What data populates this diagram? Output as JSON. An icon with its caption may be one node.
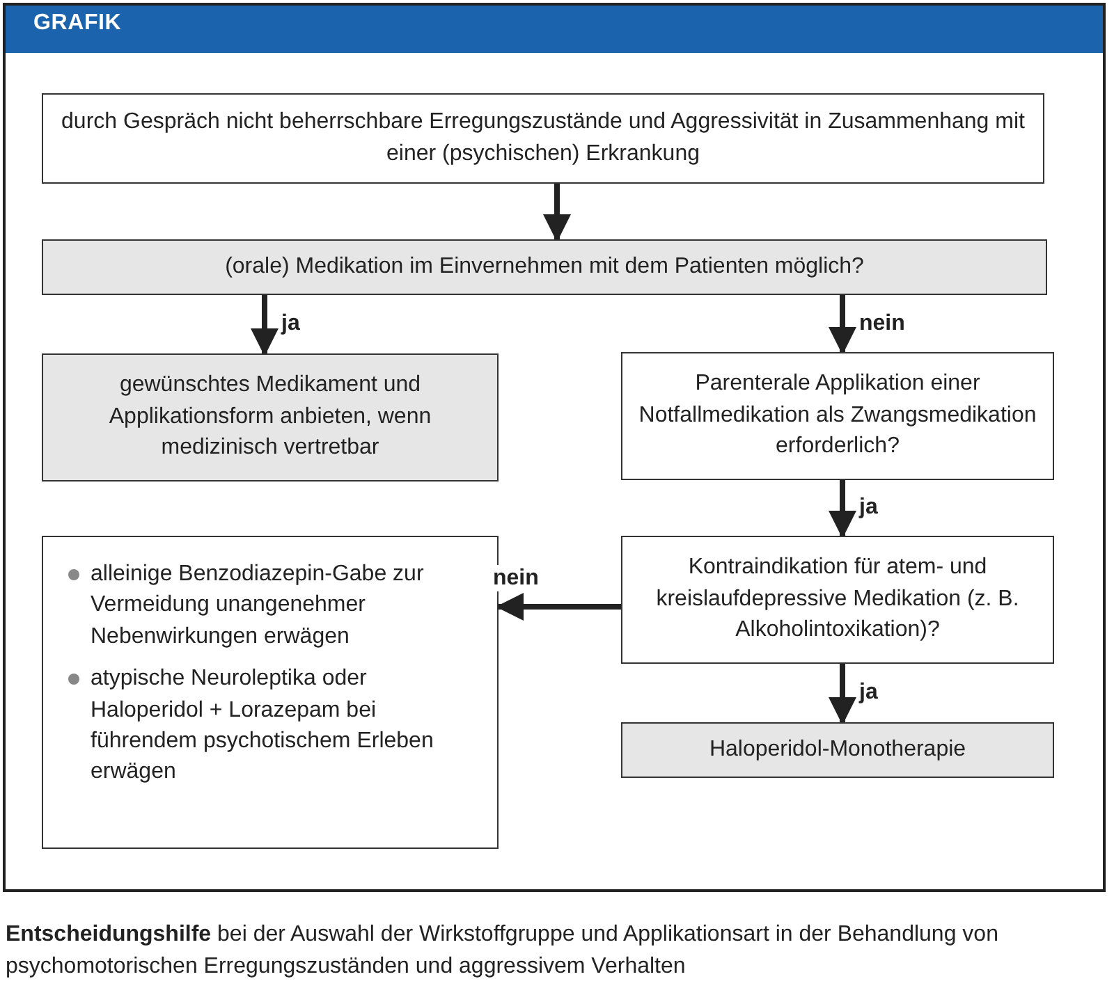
{
  "diagram": {
    "title": "GRAFIK",
    "caption": "**Entscheidungshilfe** bei der Auswahl der Wirkstoffgruppe und Applikationsart in der Behandlung von psychomotorischen Erregungszuständen und aggressivem Verhalten",
    "nodes": [
      {
        "text": [
          "durch Gespräch nicht beherrschbare Erregungszustände und Aggressivität in Zusammenhang mit einer (psychischen) Erkrankung"
        ]
      },
      {
        "text": [
          "(orale) Medikation im Einvernehmen mit dem Patienten möglich?"
        ]
      },
      {
        "text": [
          "gewünschtes Medikament und Applikationsform anbieten, wenn medizinisch vertretbar"
        ]
      },
      {
        "text": [
          "Parenterale Applikation einer Notfallmedikation als Zwangsmedikation erforderlich?"
        ]
      },
      {
        "text": [
          "Kontraindikation für atem- und kreislaufdepressive Medikation (z. B. Alkoholintoxikation)?"
        ]
      },
      {
        "text": [
          "alleinige Benzodiazepin-Gabe zur Vermeidung unangenehmer Nebenwirkungen erwägen",
          "atypische Neuroleptika oder Haloperidol + Lorazepam bei führendem psychotischem Erleben erwägen"
        ]
      },
      {
        "text": [
          "Haloperidol-Monotherapie"
        ]
      }
    ],
    "edges": [
      {
        "from": 0,
        "to": 1,
        "arrow": "to"
      },
      {
        "from": 1,
        "to": 2,
        "arrow": "to",
        "label": "ja"
      },
      {
        "from": 1,
        "to": 3,
        "arrow": "to",
        "label": "nein"
      },
      {
        "from": 3,
        "to": 4,
        "arrow": "to",
        "label": "ja"
      },
      {
        "from": 4,
        "to": 5,
        "arrow": "to",
        "label": "nein"
      },
      {
        "from": 4,
        "to": 6,
        "arrow": "to",
        "label": "ja"
      }
    ]
  }
}
